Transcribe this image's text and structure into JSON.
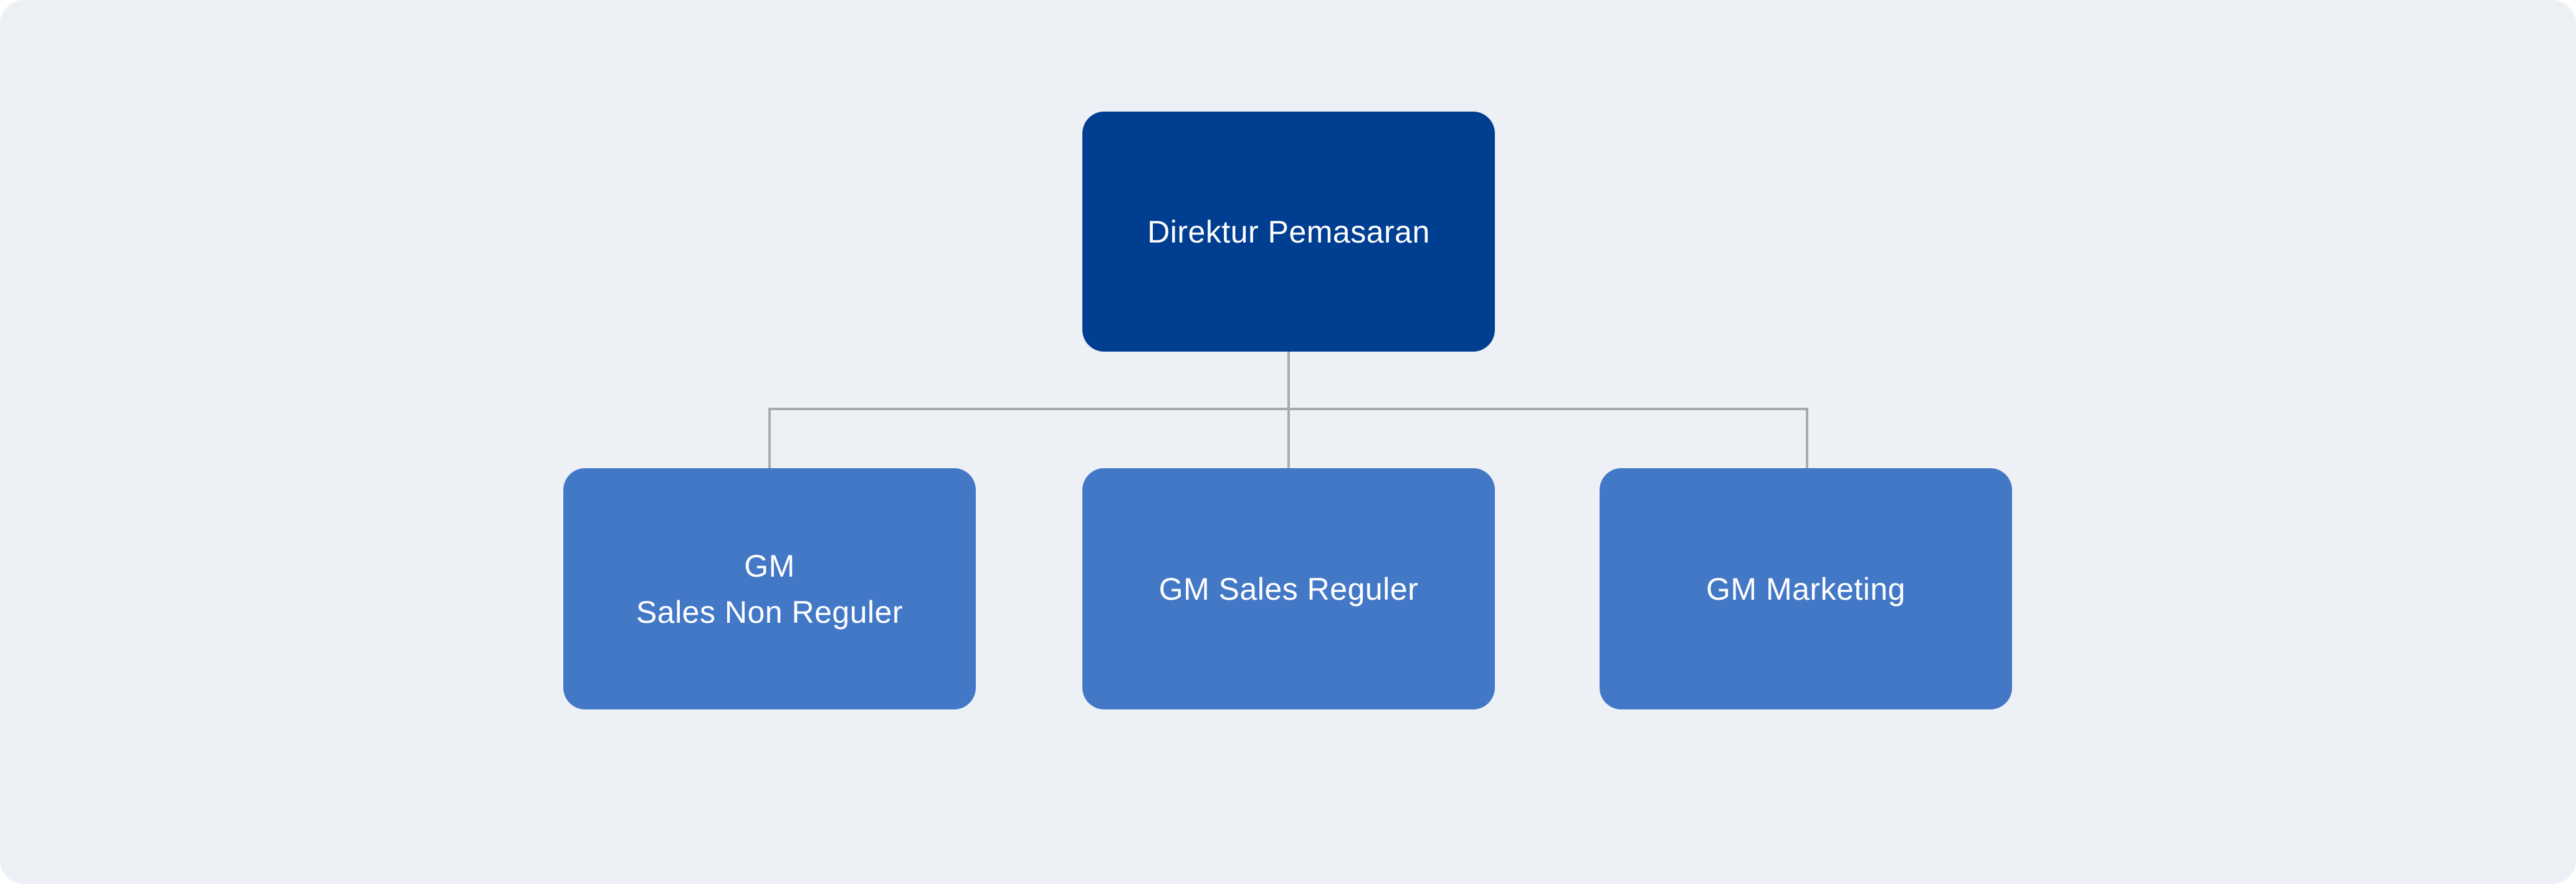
{
  "page": {
    "background_color": "#ffffff",
    "panel_color": "#edf1f6"
  },
  "org_chart": {
    "type": "organization-chart",
    "connector_color": "#a8abad",
    "root": {
      "label": "Direktur Pemasaran",
      "fill_color": "#003e92",
      "text_color": "#ffffff"
    },
    "children": [
      {
        "label": "GM Sales Non Reguler",
        "lines": [
          "GM",
          "Sales Non Reguler"
        ],
        "fill_color": "#4378c7",
        "text_color": "#ffffff"
      },
      {
        "label": "GM Sales Reguler",
        "lines": [
          "GM Sales Reguler"
        ],
        "fill_color": "#4378c7",
        "text_color": "#ffffff"
      },
      {
        "label": "GM Marketing",
        "lines": [
          "GM Marketing"
        ],
        "fill_color": "#4378c7",
        "text_color": "#ffffff"
      }
    ]
  }
}
